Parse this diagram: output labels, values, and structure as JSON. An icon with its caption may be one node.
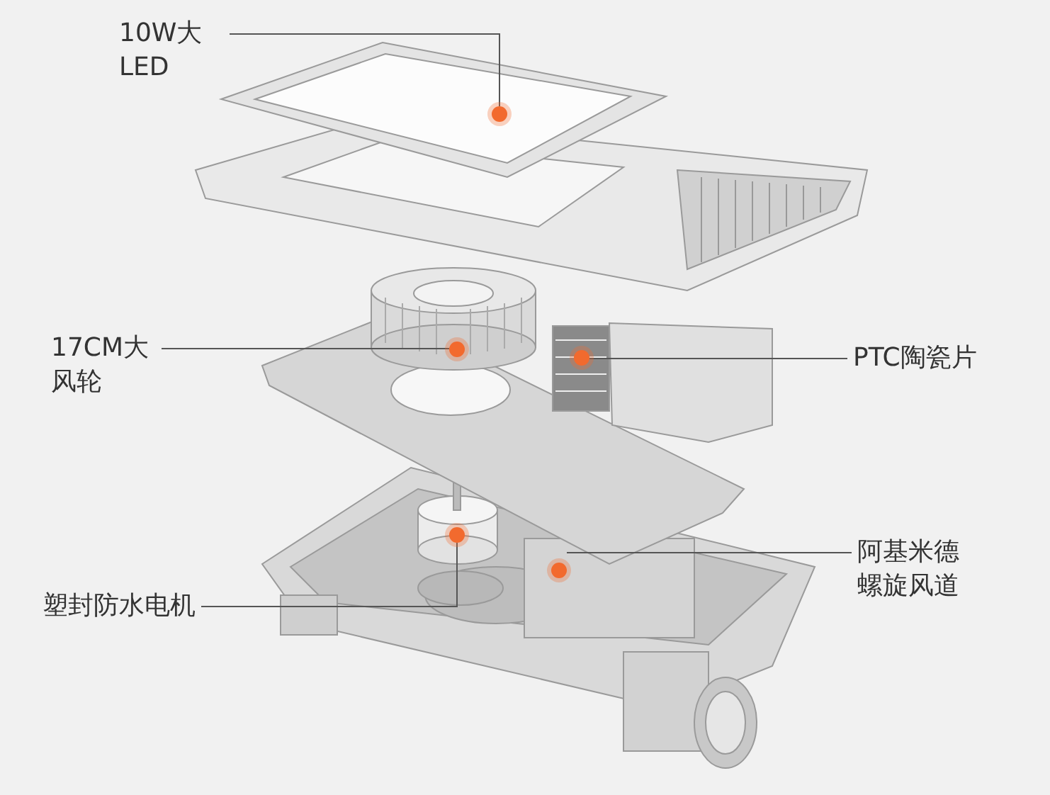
{
  "diagram": {
    "nodes": [
      {
        "text": [
          "10W大LED"
        ]
      },
      {
        "text": [],
        "shape": "circle"
      },
      {
        "text": [
          "17CM大风轮"
        ]
      },
      {
        "text": [],
        "shape": "circle"
      },
      {
        "text": [
          "PTC陶瓷片"
        ]
      },
      {
        "text": [],
        "shape": "circle"
      },
      {
        "text": [
          "阿基米德螺旋风道"
        ]
      },
      {
        "text": [],
        "shape": "circle"
      },
      {
        "text": [
          "塑封防水电机"
        ]
      },
      {
        "text": [],
        "shape": "circle"
      }
    ],
    "edges": [
      {
        "from": 0,
        "to": 1,
        "arrow": "none"
      },
      {
        "from": 2,
        "to": 3,
        "arrow": "none"
      },
      {
        "from": 4,
        "to": 5,
        "arrow": "none"
      },
      {
        "from": 6,
        "to": 7,
        "arrow": "none"
      },
      {
        "from": 8,
        "to": 9,
        "arrow": "none"
      }
    ]
  }
}
